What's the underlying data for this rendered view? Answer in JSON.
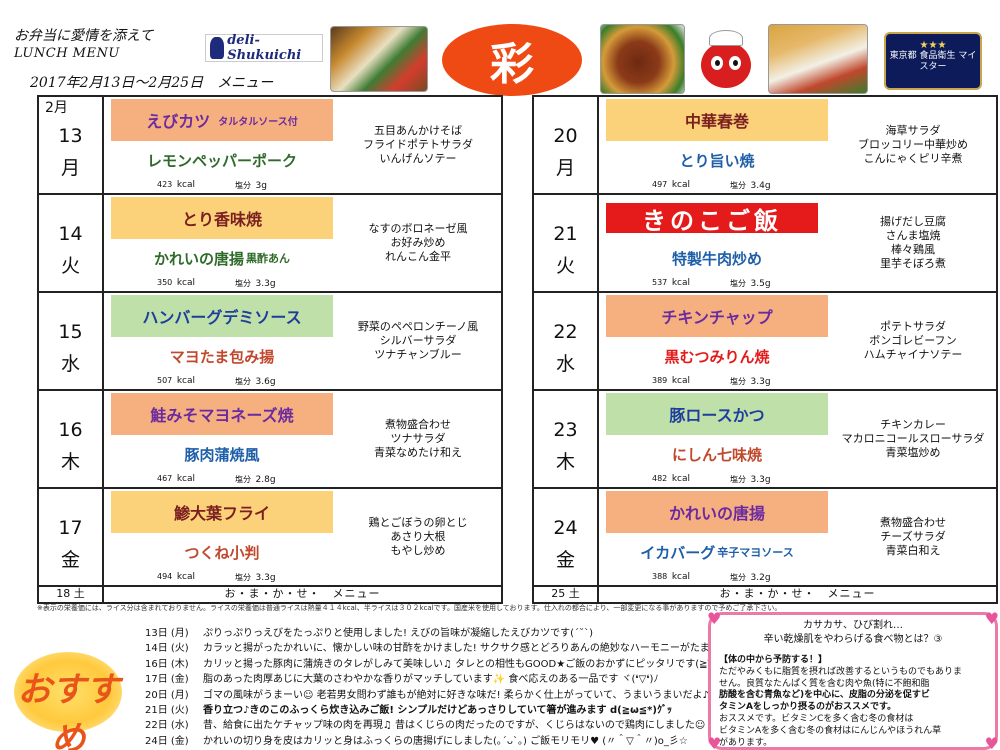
{
  "header": {
    "line1": "お弁当に愛情を添えて",
    "line2": "LUNCH  MENU",
    "period": "2017年2月13日～2月25日　メニュー",
    "deli_logo": "deli-Shukuichi",
    "sai_logo": "彩",
    "badge_stars": "★★★",
    "badge_text": "東京都 食品衛生 マイスター"
  },
  "month_label": "2月",
  "days_left": [
    {
      "num": "13",
      "wk": "月",
      "main": "えびカツ",
      "main_suffix": "タルタルソース付",
      "main_bg": "#f6b07f",
      "main_color": "#6a2aa0",
      "sub": "レモンペッパーポーク",
      "sub_suffix": "",
      "sub_color": "#2e6b2a",
      "kcal": "423",
      "salt": "3g",
      "sides": [
        "五目あんかけそば",
        "フライドポテトサラダ",
        "いんげんソテー"
      ]
    },
    {
      "num": "14",
      "wk": "火",
      "main": "とり香味焼",
      "main_suffix": "",
      "main_bg": "#fbd17a",
      "main_color": "#7a1f1f",
      "sub": "かれいの唐揚",
      "sub_suffix": "黒酢あん",
      "sub_color": "#2e6b2a",
      "kcal": "350",
      "salt": "3.3g",
      "sides": [
        "なすのボロネーゼ風",
        "お好み炒め",
        "れんこん金平"
      ]
    },
    {
      "num": "15",
      "wk": "水",
      "main": "ハンバーグデミソース",
      "main_suffix": "",
      "main_bg": "#bfe0a8",
      "main_color": "#1e3e9e",
      "sub": "マヨたま包み揚",
      "sub_suffix": "",
      "sub_color": "#c0482d",
      "kcal": "507",
      "salt": "3.6g",
      "sides": [
        "野菜のペペロンチーノ風",
        "シルバーサラダ",
        "ツナチャンブルー"
      ]
    },
    {
      "num": "16",
      "wk": "木",
      "main": "鮭みそマヨネーズ焼",
      "main_suffix": "",
      "main_bg": "#f6b07f",
      "main_color": "#6a2aa0",
      "sub": "豚肉蒲焼風",
      "sub_suffix": "",
      "sub_color": "#1e5fa8",
      "kcal": "467",
      "salt": "2.8g",
      "sides": [
        "煮物盛合わせ",
        "ツナサラダ",
        "青菜なめたけ和え"
      ]
    },
    {
      "num": "17",
      "wk": "金",
      "main": "鯵大葉フライ",
      "main_suffix": "",
      "main_bg": "#fbd17a",
      "main_color": "#7a1f1f",
      "sub": "つくね小判",
      "sub_suffix": "",
      "sub_color": "#c0482d",
      "kcal": "494",
      "salt": "3.3g",
      "sides": [
        "鶏とごぼうの卵とじ",
        "あさり大根",
        "もやし炒め"
      ]
    }
  ],
  "days_right": [
    {
      "num": "20",
      "wk": "月",
      "main": "中華春巻",
      "main_suffix": "",
      "main_bg": "#fbd17a",
      "main_color": "#7a1f1f",
      "sub": "とり旨い焼",
      "sub_suffix": "",
      "sub_color": "#1e5fa8",
      "kcal": "497",
      "salt": "3.4g",
      "sides": [
        "海草サラダ",
        "ブロッコリー中華炒め",
        "こんにゃくピリ辛煮"
      ]
    },
    {
      "num": "21",
      "wk": "火",
      "main": "きのこご飯",
      "main_suffix": "",
      "main_bg": "#e51a1a",
      "main_color": "#ffffff",
      "sub": "特製牛肉炒め",
      "sub_suffix": "",
      "sub_color": "#1e5fa8",
      "kcal": "537",
      "salt": "3.5g",
      "sides": [
        "揚げだし豆腐",
        "さんま塩焼",
        "棒々鶏風",
        "里芋そぼろ煮"
      ]
    },
    {
      "num": "22",
      "wk": "水",
      "main": "チキンチャップ",
      "main_suffix": "",
      "main_bg": "#f6b07f",
      "main_color": "#6a2aa0",
      "sub": "黒むつみりん焼",
      "sub_suffix": "",
      "sub_color": "#e51a1a",
      "kcal": "389",
      "salt": "3.3g",
      "sides": [
        "ポテトサラダ",
        "ボンゴレビーフン",
        "ハムチャイナソテー"
      ]
    },
    {
      "num": "23",
      "wk": "木",
      "main": "豚ロースかつ",
      "main_suffix": "",
      "main_bg": "#bfe0a8",
      "main_color": "#1e3e9e",
      "sub": "にしん七味焼",
      "sub_suffix": "",
      "sub_color": "#c0482d",
      "kcal": "482",
      "salt": "3.3g",
      "sides": [
        "チキンカレー",
        "マカロニコールスローサラダ",
        "青菜塩炒め"
      ]
    },
    {
      "num": "24",
      "wk": "金",
      "main": "かれいの唐揚",
      "main_suffix": "",
      "main_bg": "#f6b07f",
      "main_color": "#6a2aa0",
      "sub": "イカバーグ",
      "sub_suffix": "辛子マヨソース",
      "sub_color": "#1e5fa8",
      "kcal": "388",
      "salt": "3.2g",
      "sides": [
        "煮物盛合わせ",
        "チーズサラダ",
        "青菜白和え"
      ]
    }
  ],
  "labels": {
    "kcal": "kcal",
    "salt": "塩分"
  },
  "sat_left": {
    "date": "18 土",
    "text": "お・ま・か・せ・　メニュー"
  },
  "sat_right": {
    "date": "25 土",
    "text": "お・ま・か・せ・　メニュー"
  },
  "footnote": "※表示の栄養価には、ライス分は含まれておりません。ライスの栄養価は普通ライスは熱量４１４kcal、半ライスは３０２kcalです。国産米を使用しております。仕入れの都合により、一部変更になる事がありますので予めご了承下さい。",
  "recommend_logo": "おすすめ",
  "recommendations": [
    {
      "date": "13日 (月)",
      "text": "ぷりっぷりっえびをたっぷりと使用しました! えびの旨味が凝縮したえびカツです(´˘`)"
    },
    {
      "date": "14日 (火)",
      "text": "カラッと揚がったかれいに、懐かしい味の甘酢をかけました! サクサク感とどろりあんの絶妙なハーモニーがたまりません☻"
    },
    {
      "date": "16日 (木)",
      "text": "カリッと揚った豚肉に蒲焼きのタレがしみて美味しい♫ タレとの相性もGOOD★ご飯のおかずにピッタリです(≧∇≦)"
    },
    {
      "date": "17日 (金)",
      "text": "脂のあった肉厚あじに大葉のさわやかな香りがマッチしています✨ 食べ応えのある一品です ヾ(❛▽❛)ﾉ"
    },
    {
      "date": "20日 (月)",
      "text": "ゴマの風味がうまーい☺ 老若男女問わず誰もが絶対に好きな味だ! 柔らかく仕上がっていて、うまいうまいだよ♪"
    },
    {
      "date": "21日 (火)",
      "text": "香り立つ♪きのこのふっくら炊き込みご飯! シンプルだけどあっさりしていて箸が進みます d(≧ω≦*)ｸﾞｯ"
    },
    {
      "date": "22日 (水)",
      "text": "昔、給食に出たケチャップ味の肉を再現♫ 昔はくじらの肉だったのですが、くじらはないので鶏肉にしました☺"
    },
    {
      "date": "24日 (金)",
      "text": "かれいの切り身を皮はカリッと身はふっくらの唐揚げにしました(｡ˊᴗˋ｡) ご飯モリモリ♥ (〃＾▽＾〃)o_彡☆"
    }
  ],
  "health": {
    "title1": "カサカサ、ひび割れ…",
    "title2": "辛い乾燥肌をやわらげる食べ物とは？③",
    "heading": "【体の中から予防する！】",
    "lines": [
      "ただやみくもに脂質を摂れば改善するというものでもありま",
      "せん。良質なたんぱく質を含む肉や魚(特に不飽和脂",
      "肪酸を含む青魚など)を中心に、皮脂の分泌を促すビ",
      "タミンAをしっかり摂るのがおススメです。",
      "おススメです。ビタミンCを多く含む冬の食材は",
      "ビタミンAを多く含む冬の食材はにんじんやほうれん草",
      "があります。"
    ]
  }
}
